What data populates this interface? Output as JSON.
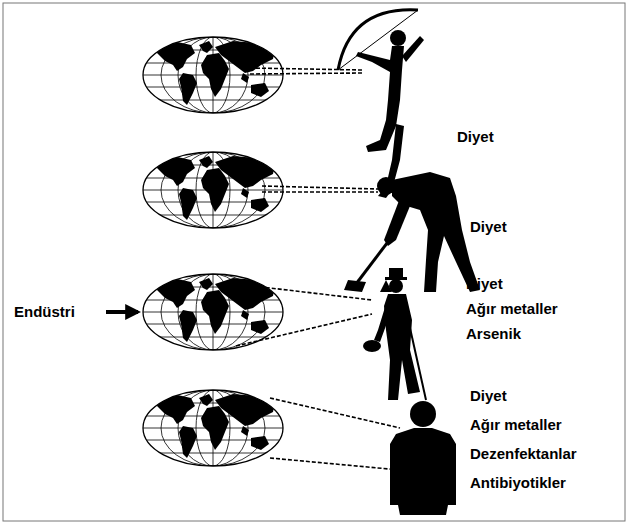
{
  "diagram": {
    "labels": [
      "Diyet",
      "Diyet",
      "Endüstri",
      "Diyet",
      "Ağır metaller",
      "Arsenik",
      "Diyet",
      "Ağır metaller",
      "Dezenfektanlar",
      "Antibiyotikler"
    ]
  }
}
